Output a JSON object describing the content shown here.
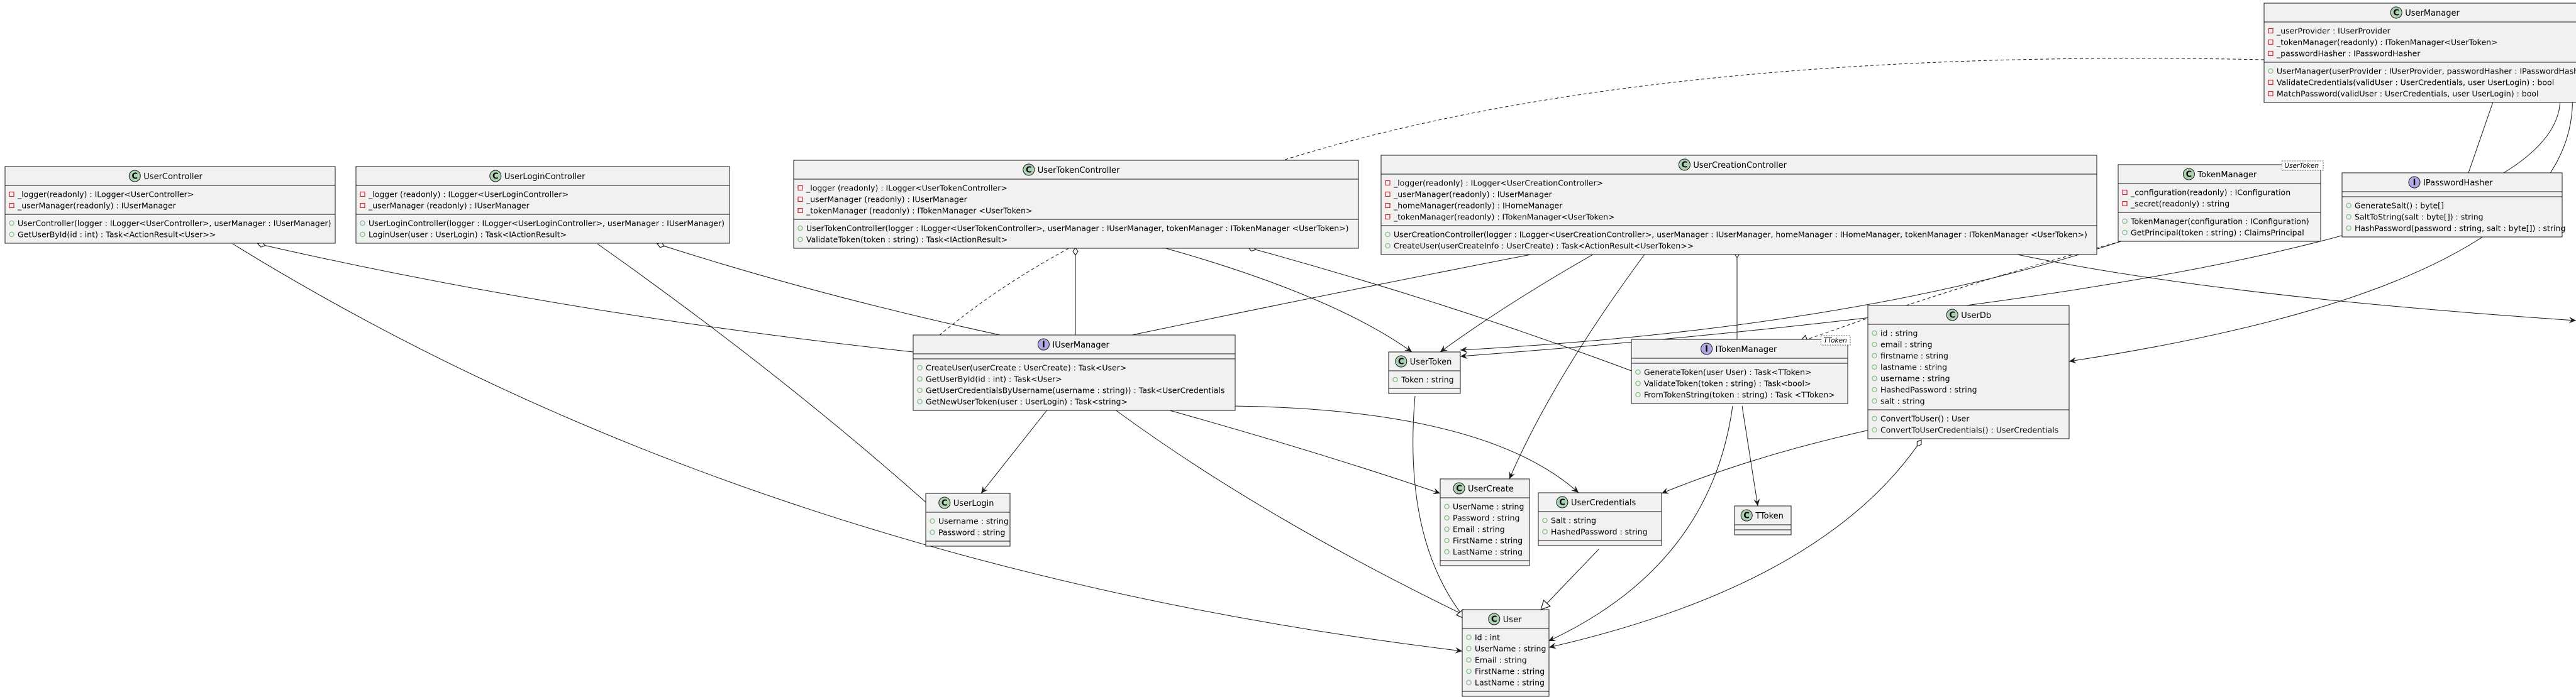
{
  "classes": [
    {
      "id": "UserManager",
      "name": "UserManager",
      "kind": "class",
      "fields": [
        {
          "v": "private",
          "t": "_userProvider : IUserProvider"
        },
        {
          "v": "private",
          "t": "_tokenManager(readonly) : ITokenManager<UserToken>"
        },
        {
          "v": "private",
          "t": "_passwordHasher : IPasswordHasher"
        }
      ],
      "methods": [
        {
          "v": "public",
          "t": "UserManager(userProvider : IUserProvider, passwordHasher : IPasswordHasher"
        },
        {
          "v": "private",
          "t": "ValidateCredentials(validUser : UserCredentials, user UserLogin) : bool"
        },
        {
          "v": "private",
          "t": "MatchPassword(validUser : UserCredentials, user UserLogin) : bool"
        }
      ]
    },
    {
      "id": "UserController",
      "name": "UserController",
      "kind": "class",
      "fields": [
        {
          "v": "private",
          "t": "_logger(readonly) : ILogger<UserController>"
        },
        {
          "v": "private",
          "t": "_userManager(readonly) : IUserManager"
        }
      ],
      "methods": [
        {
          "v": "public",
          "t": "UserController(logger : ILogger<UserController>, userManager : IUserManager)"
        },
        {
          "v": "public",
          "t": "GetUserById(id : int) : Task<ActionResult<User>>"
        }
      ]
    },
    {
      "id": "UserLoginController",
      "name": "UserLoginController",
      "kind": "class",
      "fields": [
        {
          "v": "private",
          "t": "_logger (readonly) : ILogger<UserLoginController>"
        },
        {
          "v": "private",
          "t": "_userManager (readonly) : IUserManager"
        }
      ],
      "methods": [
        {
          "v": "public",
          "t": "UserLoginController(logger : ILogger<UserLoginController>, userManager : IUserManager)"
        },
        {
          "v": "public",
          "t": "LoginUser(user : UserLogin) : Task<IActionResult>"
        }
      ]
    },
    {
      "id": "UserTokenController",
      "name": "UserTokenController",
      "kind": "class",
      "fields": [
        {
          "v": "private",
          "t": "_logger (readonly) : ILogger<UserTokenController>"
        },
        {
          "v": "private",
          "t": "_userManager (readonly) : IUserManager"
        },
        {
          "v": "private",
          "t": "_tokenManager (readonly) : ITokenManager <UserToken>"
        }
      ],
      "methods": [
        {
          "v": "public",
          "t": "UserTokenController(logger : ILogger<UserTokenController>, userManager : IUserManager, tokenManager : ITokenManager <UserToken>)"
        },
        {
          "v": "public",
          "t": "ValidateToken(token : string) : Task<IActionResult>"
        }
      ]
    },
    {
      "id": "UserCreationController",
      "name": "UserCreationController",
      "kind": "class",
      "fields": [
        {
          "v": "private",
          "t": "_logger(readonly) : ILogger<UserCreationController>"
        },
        {
          "v": "private",
          "t": "_userManager(readonly) : IUserManager"
        },
        {
          "v": "private",
          "t": "_homeManager(readonly) : IHomeManager"
        },
        {
          "v": "private",
          "t": "_tokenManager(readonly) : ITokenManager<UserToken>"
        }
      ],
      "methods": [
        {
          "v": "public",
          "t": "UserCreationController(logger : ILogger<UserCreationController>, userManager : IUserManager, homeManager : IHomeManager, tokenManager : ITokenManager <UserToken>)"
        },
        {
          "v": "public",
          "t": "CreateUser(userCreateInfo : UserCreate) : Task<ActionResult<UserToken>>"
        }
      ]
    },
    {
      "id": "TokenManager",
      "name": "TokenManager",
      "kind": "class",
      "tparam": "UserToken",
      "fields": [
        {
          "v": "private",
          "t": "_configuration(readonly) : IConfiguration"
        },
        {
          "v": "private",
          "t": "_secret(readonly) : string"
        }
      ],
      "methods": [
        {
          "v": "public",
          "t": "TokenManager(configuration : IConfiguration)"
        },
        {
          "v": "public",
          "t": "GetPrincipal(token : string) : ClaimsPrincipal"
        }
      ]
    },
    {
      "id": "IPasswordHasher",
      "name": "IPasswordHasher",
      "kind": "interface",
      "fields": [],
      "methods": [
        {
          "v": "public",
          "t": "GenerateSalt() : byte[]"
        },
        {
          "v": "public",
          "t": "SaltToString(salt : byte[]) : string"
        },
        {
          "v": "public",
          "t": "HashPassword(password : string, salt : byte[]) : string"
        }
      ]
    },
    {
      "id": "IUserManager",
      "name": "IUserManager",
      "kind": "interface",
      "fields": [],
      "methods": [
        {
          "v": "public",
          "t": "CreateUser(userCreate : UserCreate) : Task<User>"
        },
        {
          "v": "public",
          "t": "GetUserById(id : int) : Task<User>"
        },
        {
          "v": "public",
          "t": "GetUserCredentialsByUsername(username : string)) : Task<UserCredentials"
        },
        {
          "v": "public",
          "t": "GetNewUserToken(user : UserLogin) : Task<string>"
        }
      ]
    },
    {
      "id": "UserToken",
      "name": "UserToken",
      "kind": "class",
      "fields": [
        {
          "v": "public",
          "t": "Token : string"
        }
      ],
      "methods": []
    },
    {
      "id": "ITokenManager",
      "name": "ITokenManager",
      "kind": "interface",
      "tparam": "TToken",
      "fields": [],
      "methods": [
        {
          "v": "public",
          "t": "GenerateToken(user User) : Task<TToken>"
        },
        {
          "v": "public",
          "t": "ValidateToken(token : string) : Task<bool>"
        },
        {
          "v": "public",
          "t": "FromTokenString(token : string) : Task <TToken>"
        }
      ]
    },
    {
      "id": "UserDb",
      "name": "UserDb",
      "kind": "class",
      "fields": [
        {
          "v": "public",
          "t": "id : string"
        },
        {
          "v": "public",
          "t": "email : string"
        },
        {
          "v": "public",
          "t": "firstname : string"
        },
        {
          "v": "public",
          "t": "lastname : string"
        },
        {
          "v": "public",
          "t": "username : string"
        },
        {
          "v": "public",
          "t": "HashedPassword : string"
        },
        {
          "v": "public",
          "t": "salt : string"
        }
      ],
      "methods": [
        {
          "v": "public",
          "t": "ConvertToUser() : User"
        },
        {
          "v": "public",
          "t": "ConvertToUserCredentials() : UserCredentials"
        }
      ]
    },
    {
      "id": "UserLogin",
      "name": "UserLogin",
      "kind": "class",
      "fields": [
        {
          "v": "public",
          "t": "Username : string"
        },
        {
          "v": "public",
          "t": "Password : string"
        }
      ],
      "methods": []
    },
    {
      "id": "UserCreate",
      "name": "UserCreate",
      "kind": "class",
      "fields": [
        {
          "v": "public",
          "t": "UserName : string"
        },
        {
          "v": "public",
          "t": "Password : string"
        },
        {
          "v": "public",
          "t": "Email : string"
        },
        {
          "v": "public",
          "t": "FirstName : string"
        },
        {
          "v": "public",
          "t": "LastName : string"
        }
      ],
      "methods": []
    },
    {
      "id": "UserCredentials",
      "name": "UserCredentials",
      "kind": "class",
      "fields": [
        {
          "v": "public",
          "t": "Salt : string"
        },
        {
          "v": "public",
          "t": "HashedPassword : string"
        }
      ],
      "methods": []
    },
    {
      "id": "TToken",
      "name": "TToken",
      "kind": "class",
      "fields": [],
      "methods": []
    },
    {
      "id": "User",
      "name": "User",
      "kind": "class",
      "fields": [
        {
          "v": "public",
          "t": "Id : int"
        },
        {
          "v": "public",
          "t": "UserName : string"
        },
        {
          "v": "public",
          "t": "Email : string"
        },
        {
          "v": "public",
          "t": "FirstName : string"
        },
        {
          "v": "public",
          "t": "LastName : string"
        }
      ],
      "methods": []
    }
  ],
  "relations": [
    {
      "from": "UserController",
      "to": "IUserManager",
      "type": "aggregation"
    },
    {
      "from": "UserController",
      "to": "User",
      "type": "association"
    },
    {
      "from": "UserLoginController",
      "to": "IUserManager",
      "type": "aggregation"
    },
    {
      "from": "UserLoginController",
      "to": "UserLogin",
      "type": "association"
    },
    {
      "from": "UserTokenController",
      "to": "IUserManager",
      "type": "aggregation"
    },
    {
      "from": "UserTokenController",
      "to": "UserToken",
      "type": "association"
    },
    {
      "from": "UserTokenController",
      "to": "ITokenManager",
      "type": "aggregation"
    },
    {
      "from": "UserCreationController",
      "to": "IUserManager",
      "type": "aggregation"
    },
    {
      "from": "UserCreationController",
      "to": "UserToken",
      "type": "association"
    },
    {
      "from": "UserCreationController",
      "to": "UserCreate",
      "type": "association"
    },
    {
      "from": "UserCreationController",
      "to": "ITokenManager",
      "type": "aggregation"
    },
    {
      "from": "UserCreationController",
      "to": "offscreen",
      "type": "aggregation"
    },
    {
      "from": "UserManager",
      "to": "IUserManager",
      "type": "realization"
    },
    {
      "from": "UserManager",
      "to": "IPasswordHasher",
      "type": "aggregation"
    },
    {
      "from": "UserManager",
      "to": "UserToken",
      "type": "association"
    },
    {
      "from": "UserManager",
      "to": "UserDb",
      "type": "association"
    },
    {
      "from": "TokenManager",
      "to": "ITokenManager",
      "type": "realization"
    },
    {
      "from": "TokenManager",
      "to": "UserToken",
      "type": "association"
    },
    {
      "from": "IUserManager",
      "to": "UserLogin",
      "type": "association"
    },
    {
      "from": "IUserManager",
      "to": "User",
      "type": "association"
    },
    {
      "from": "IUserManager",
      "to": "UserCreate",
      "type": "association"
    },
    {
      "from": "IUserManager",
      "to": "UserCredentials",
      "type": "association"
    },
    {
      "from": "UserToken",
      "to": "User",
      "type": "generalization"
    },
    {
      "from": "ITokenManager",
      "to": "User",
      "type": "association"
    },
    {
      "from": "ITokenManager",
      "to": "TToken",
      "type": "association"
    },
    {
      "from": "UserDb",
      "to": "UserCredentials",
      "type": "association"
    },
    {
      "from": "UserDb",
      "to": "User",
      "type": "aggregation"
    },
    {
      "from": "UserCredentials",
      "to": "User",
      "type": "generalization"
    }
  ],
  "colors": {
    "class_badge": "#ADD1B2",
    "interface_badge": "#B4A7E5",
    "box_fill": "#F1F1F1",
    "box_stroke": "#181818",
    "private_marker": "#C82930",
    "public_marker": "#84BE84"
  }
}
